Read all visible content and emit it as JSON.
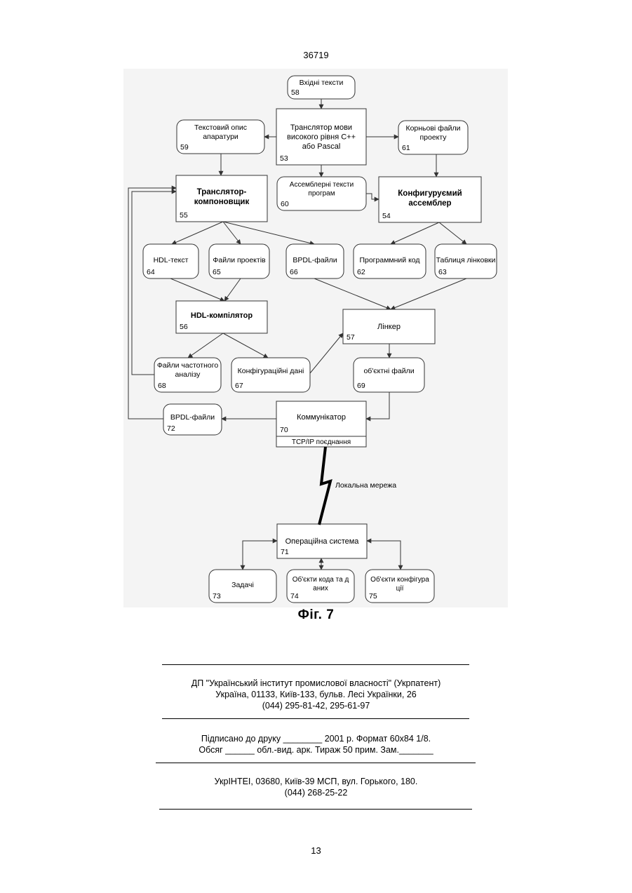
{
  "header": {
    "doc_number": "36719"
  },
  "diagram": {
    "nodes": [
      {
        "id": "n58",
        "lines": [
          "Вхідні тексти"
        ],
        "num": "58"
      },
      {
        "id": "n53",
        "lines": [
          "Транслятор мови",
          "високого рівня С++",
          "або Pascal"
        ],
        "num": "53"
      },
      {
        "id": "n59",
        "lines": [
          "Текстовий опис",
          "апаратури"
        ],
        "num": "59"
      },
      {
        "id": "n61",
        "lines": [
          "Корньові файли",
          "проекту"
        ],
        "num": "61"
      },
      {
        "id": "n55",
        "lines": [
          "Транслятор-",
          "компоновщик"
        ],
        "num": "55"
      },
      {
        "id": "n60",
        "lines": [
          "Ассемблерні тексти",
          "програм"
        ],
        "num": "60"
      },
      {
        "id": "n54",
        "lines": [
          "Конфигуруємий",
          "ассемблер"
        ],
        "num": "54"
      },
      {
        "id": "n64",
        "lines": [
          "HDL-текст"
        ],
        "num": "64"
      },
      {
        "id": "n65",
        "lines": [
          "Файли проектів"
        ],
        "num": "65"
      },
      {
        "id": "n66",
        "lines": [
          "BPDL-файли"
        ],
        "num": "66"
      },
      {
        "id": "n62",
        "lines": [
          "Программний код"
        ],
        "num": "62"
      },
      {
        "id": "n63",
        "lines": [
          "Таблиця лінковки"
        ],
        "num": "63"
      },
      {
        "id": "n56",
        "lines": [
          "HDL-компілятор"
        ],
        "num": "56"
      },
      {
        "id": "n57",
        "lines": [
          "Лінкер"
        ],
        "num": "57"
      },
      {
        "id": "n68",
        "lines": [
          "Файли частотного",
          "аналізу"
        ],
        "num": "68"
      },
      {
        "id": "n67",
        "lines": [
          "Конфігураційні дані"
        ],
        "num": "67"
      },
      {
        "id": "n69",
        "lines": [
          "об'єктні файли"
        ],
        "num": "69"
      },
      {
        "id": "n72",
        "lines": [
          "BPDL-файли"
        ],
        "num": "72"
      },
      {
        "id": "n70",
        "lines": [
          "Коммунікатор"
        ],
        "num": "70"
      },
      {
        "id": "n71",
        "lines": [
          "Операційна система"
        ],
        "num": "71"
      },
      {
        "id": "n73",
        "lines": [
          "Задачі"
        ],
        "num": "73"
      },
      {
        "id": "n74",
        "lines": [
          "Об'єкти кода та д",
          "аних"
        ],
        "num": "74"
      },
      {
        "id": "n75",
        "lines": [
          "Об'єкти конфігура",
          "ції"
        ],
        "num": "75"
      }
    ],
    "tcp_label": "TCP/IP поєднання",
    "network_label": "Локальна мережа"
  },
  "figure_caption": "Фіг. 7",
  "imprint": {
    "org_line1": "ДП \"Український інститут промислової власності\" (Укрпатент)",
    "org_line2": "Україна, 01133, Київ-133, бульв. Лесі Українки, 26",
    "org_line3": "(044) 295-81-42, 295-61-97",
    "sign_line1": "Підписано до друку ________ 2001 р.    Формат 60х84 1/8.",
    "sign_line2": "Обсяг ______ обл.-вид. арк.   Тираж 50 прим.    Зам._______",
    "print_line1": "УкрІНТЕІ, 03680, Київ-39 МСП, вул. Горького, 180.",
    "print_line2": "(044) 268-25-22"
  },
  "page_number": "13"
}
